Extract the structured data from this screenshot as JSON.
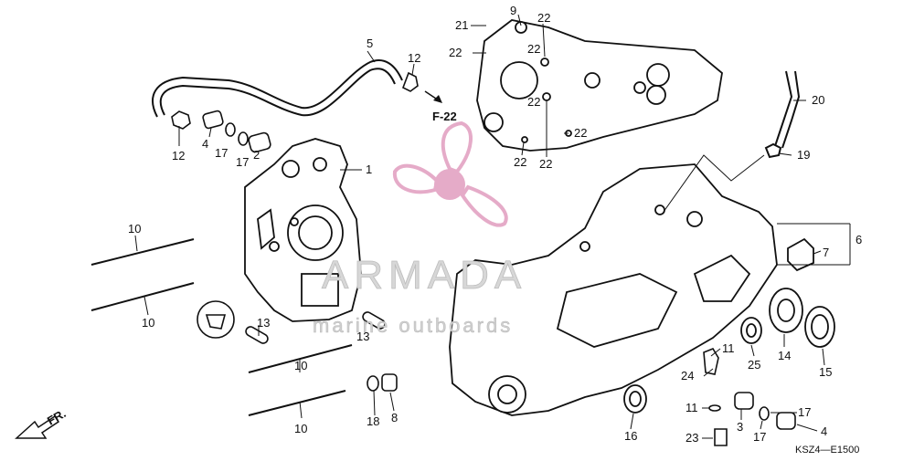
{
  "diagram": {
    "code": "KSZ4—E1500",
    "ref_label": "F-22",
    "direction_label": "FR.",
    "watermark": {
      "title": "ARMADA",
      "subtitle": "marine outboards"
    },
    "callouts": {
      "c1": "1",
      "c2": "2",
      "c3": "3",
      "c4a": "4",
      "c4b": "4",
      "c5": "5",
      "c6": "6",
      "c7": "7",
      "c8": "8",
      "c9": "9",
      "c10a": "10",
      "c10b": "10",
      "c10c": "10",
      "c10d": "10",
      "c11a": "11",
      "c11b": "11",
      "c12a": "12",
      "c12b": "12",
      "c13a": "13",
      "c13b": "13",
      "c14": "14",
      "c15": "15",
      "c16": "16",
      "c17a": "17",
      "c17b": "17",
      "c17c": "17",
      "c17d": "17",
      "c18": "18",
      "c19": "19",
      "c20": "20",
      "c21": "21",
      "c22a": "22",
      "c22b": "22",
      "c22c": "22",
      "c22d": "22",
      "c22e": "22",
      "c22f": "22",
      "c22g": "22",
      "c23": "23",
      "c24": "24",
      "c25": "25"
    }
  }
}
